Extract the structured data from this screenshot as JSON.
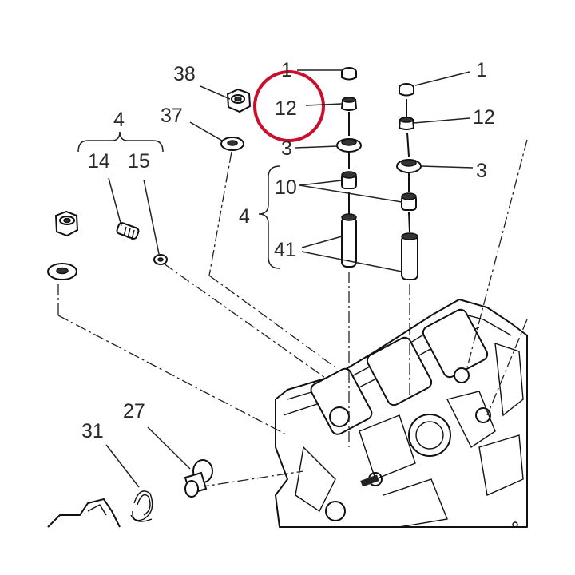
{
  "labels": {
    "valve_keeper_left": "1",
    "valve_keeper_right": "1",
    "retainer_left": "12",
    "retainer_right": "12",
    "spring_seat_left": "3",
    "spring_seat_right": "3",
    "seal": "10",
    "guide": "41",
    "group_guides": "4",
    "group_plug": "4",
    "plug": "14",
    "washer_plug": "15",
    "nut": "38",
    "nut_washer": "37",
    "bushing": "27",
    "spring_clip": "31"
  },
  "highlight": {
    "color": "#c8102e"
  }
}
